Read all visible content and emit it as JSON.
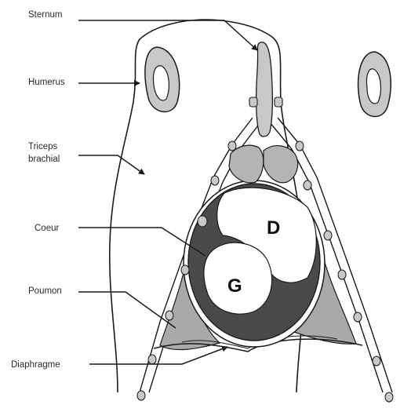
{
  "labels": {
    "sternum": "Sternum",
    "humerus": "Humerus",
    "triceps_line1": "Triceps",
    "triceps_line2": "brachial",
    "coeur": "Coeur",
    "poumon": "Poumon",
    "diaphragme": "Diaphragme"
  },
  "chambers": {
    "right": "D",
    "left": "G"
  },
  "colors": {
    "outline": "#1a1a1a",
    "bone": "#c8c8c8",
    "muscle": "#b4b4b4",
    "heart_wall": "#4a4a4a",
    "lung": "#a9a9a9",
    "cavity": "#ffffff",
    "background": "#ffffff"
  }
}
